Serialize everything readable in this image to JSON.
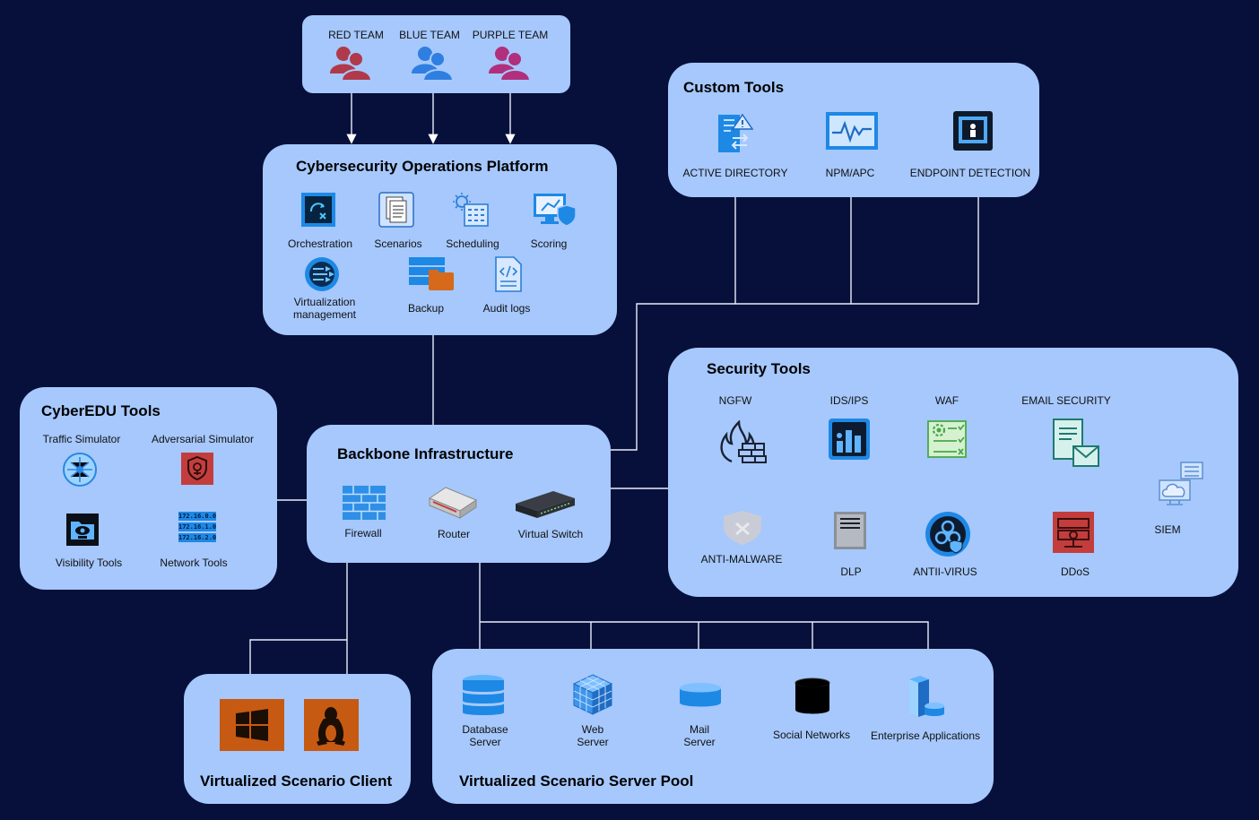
{
  "teams": {
    "red": "RED TEAM",
    "blue": "BLUE TEAM",
    "purple": "PURPLE TEAM"
  },
  "ops": {
    "title": "Cybersecurity Operations Platform",
    "items": [
      "Orchestration",
      "Scenarios",
      "Scheduling",
      "Scoring",
      "Virtualization\nmanagement",
      "Backup",
      "Audit logs"
    ]
  },
  "custom": {
    "title": "Custom Tools",
    "items": [
      "ACTIVE DIRECTORY",
      "NPM/APC",
      "ENDPOINT DETECTION"
    ]
  },
  "edu": {
    "title": "CyberEDU Tools",
    "items": [
      "Traffic Simulator",
      "Adversarial Simulator",
      "Visibility Tools",
      "Network Tools"
    ],
    "ips": [
      "172.16.0.0",
      "172.16.1.0",
      "172.16.2.0"
    ]
  },
  "backbone": {
    "title": "Backbone Infrastructure",
    "items": [
      "Firewall",
      "Router",
      "Virtual Switch"
    ]
  },
  "security": {
    "title": "Security Tools",
    "top": [
      "NGFW",
      "IDS/IPS",
      "WAF",
      "EMAIL SECURITY"
    ],
    "bottom": [
      "ANTI-MALWARE",
      "DLP",
      "ANTII-VIRUS",
      "DDoS"
    ],
    "siem": "SIEM"
  },
  "client": {
    "title": "Virtualized Scenario Client"
  },
  "pool": {
    "title": "Virtualized Scenario Server Pool",
    "items": [
      "Database\nServer",
      "Web\nServer",
      "Mail\nServer",
      "Social Networks",
      "Enterprise Applications"
    ]
  },
  "colors": {
    "background": "#07103a",
    "panel": "#a6c8fd",
    "red_team": "#b03a4a",
    "blue_team": "#2f7fe0",
    "purple_team": "#b0307e",
    "os_tile": "#c75a12"
  }
}
